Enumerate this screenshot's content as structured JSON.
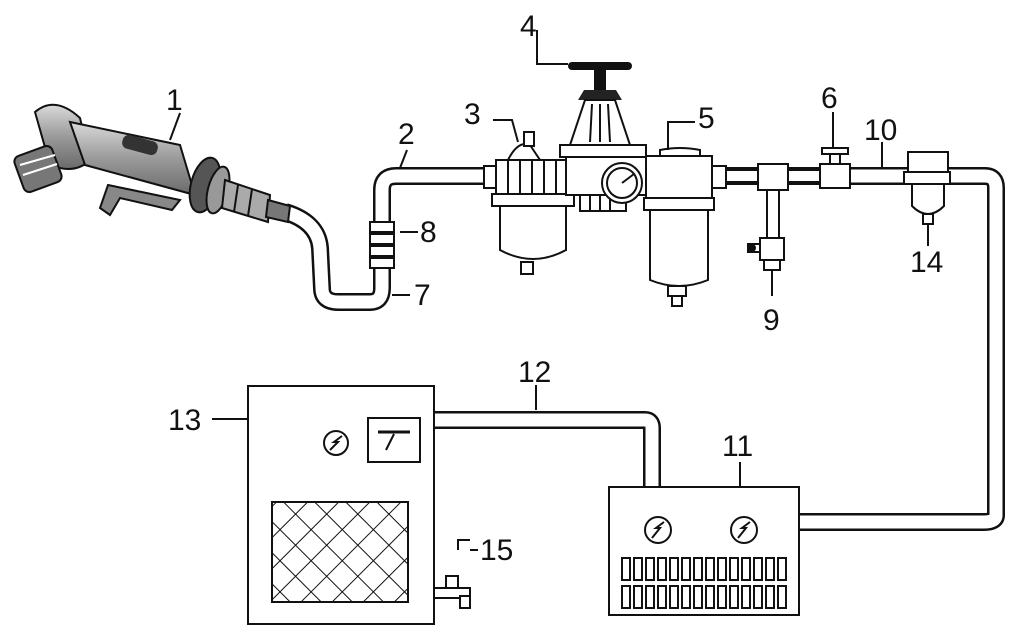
{
  "diagram": {
    "callouts": [
      {
        "id": "1",
        "text": "1"
      },
      {
        "id": "2",
        "text": "2"
      },
      {
        "id": "3",
        "text": "3"
      },
      {
        "id": "4",
        "text": "4"
      },
      {
        "id": "5",
        "text": "5"
      },
      {
        "id": "6",
        "text": "6"
      },
      {
        "id": "7",
        "text": "7"
      },
      {
        "id": "8",
        "text": "8"
      },
      {
        "id": "9",
        "text": "9"
      },
      {
        "id": "10",
        "text": "10"
      },
      {
        "id": "11",
        "text": "11"
      },
      {
        "id": "12",
        "text": "12"
      },
      {
        "id": "13",
        "text": "13"
      },
      {
        "id": "14",
        "text": "14"
      },
      {
        "id": "15",
        "text": "15"
      }
    ],
    "colors": {
      "line": "#111111",
      "background": "#ffffff",
      "tool_fill": "#bfbfbf"
    }
  }
}
